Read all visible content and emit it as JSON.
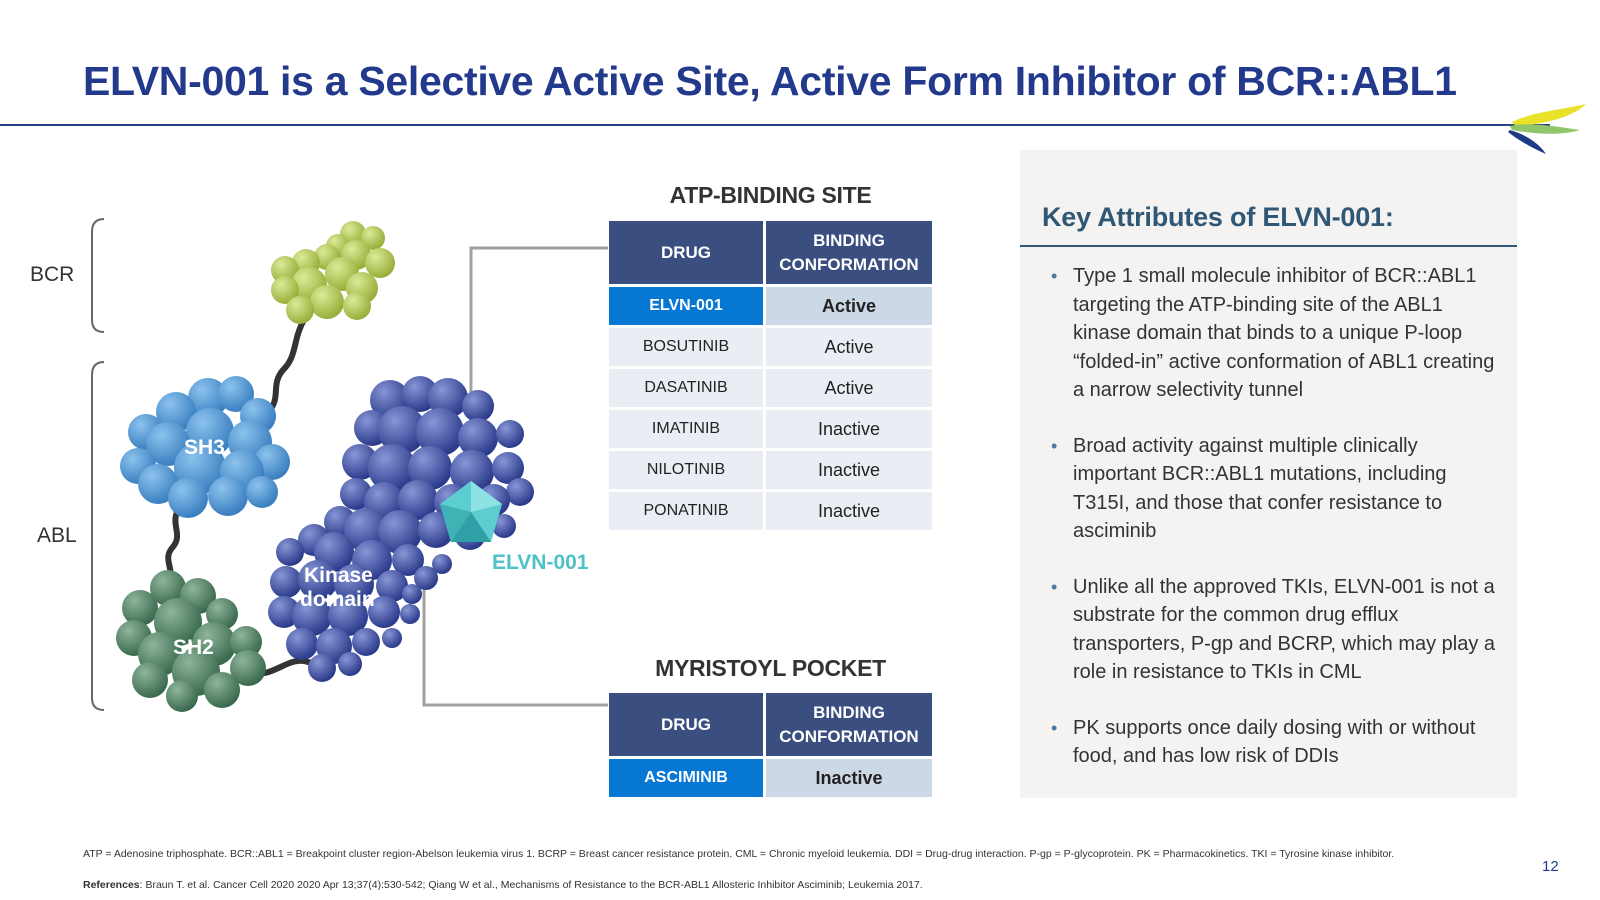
{
  "slide": {
    "title": "ELVN-001 is a Selective Active Site, Active Form Inhibitor of BCR::ABL1",
    "page_number": "12",
    "colors": {
      "title": "#233a8c",
      "header_cell": "#3a4f80",
      "highlight": "#0678d4",
      "panel_title": "#2f5776"
    }
  },
  "diagram": {
    "region_labels": {
      "bcr": "BCR",
      "abl": "ABL"
    },
    "domain_labels": {
      "sh3": "SH3",
      "sh2": "SH2",
      "kinase_line1": "Kinase",
      "kinase_line2": "domain"
    },
    "drug_label": "ELVN-001"
  },
  "atp_table": {
    "title": "ATP-BINDING SITE",
    "header": {
      "drug": "DRUG",
      "conf_line1": "BINDING",
      "conf_line2": "CONFORMATION"
    },
    "rows": [
      {
        "drug": "ELVN-001",
        "conformation": "Active"
      },
      {
        "drug": "BOSUTINIB",
        "conformation": "Active"
      },
      {
        "drug": "DASATINIB",
        "conformation": "Active"
      },
      {
        "drug": "IMATINIB",
        "conformation": "Inactive"
      },
      {
        "drug": "NILOTINIB",
        "conformation": "Inactive"
      },
      {
        "drug": "PONATINIB",
        "conformation": "Inactive"
      }
    ]
  },
  "myr_table": {
    "title": "MYRISTOYL POCKET",
    "header": {
      "drug": "DRUG",
      "conf_line1": "BINDING",
      "conf_line2": "CONFORMATION"
    },
    "rows": [
      {
        "drug": "ASCIMINIB",
        "conformation": "Inactive"
      }
    ]
  },
  "panel": {
    "title": "Key Attributes of ELVN-001:",
    "bullet_glyph": "•",
    "bullets": [
      "Type 1 small molecule inhibitor of BCR::ABL1 targeting the ATP-binding site of the ABL1 kinase domain that binds to a unique P-loop “folded-in” active conformation of ABL1 creating a narrow selectivity tunnel",
      "Broad activity against multiple clinically important BCR::ABL1 mutations, including T315I, and those that confer resistance to asciminib",
      "Unlike all the approved TKIs, ELVN-001 is not a substrate for the common drug efflux transporters, P-gp and BCRP, which may play a role in resistance to TKIs in CML",
      "PK supports once daily dosing with or without food, and has low risk of DDIs"
    ]
  },
  "footer": {
    "abbreviations": "ATP = Adenosine triphosphate. BCR::ABL1 = Breakpoint cluster region-Abelson leukemia virus 1. BCRP = Breast cancer resistance protein. CML = Chronic myeloid leukemia. DDI = Drug-drug interaction. P-gp = P-glycoprotein. PK = Pharmacokinetics. TKI = Tyrosine kinase inhibitor.",
    "references_label": "References",
    "references_text": ": Braun T. et al. Cancer Cell 2020 2020 Apr 13;37(4):530-542; Qiang W et al., Mechanisms of Resistance to the BCR-ABL1 Allosteric Inhibitor Asciminib; Leukemia 2017."
  }
}
